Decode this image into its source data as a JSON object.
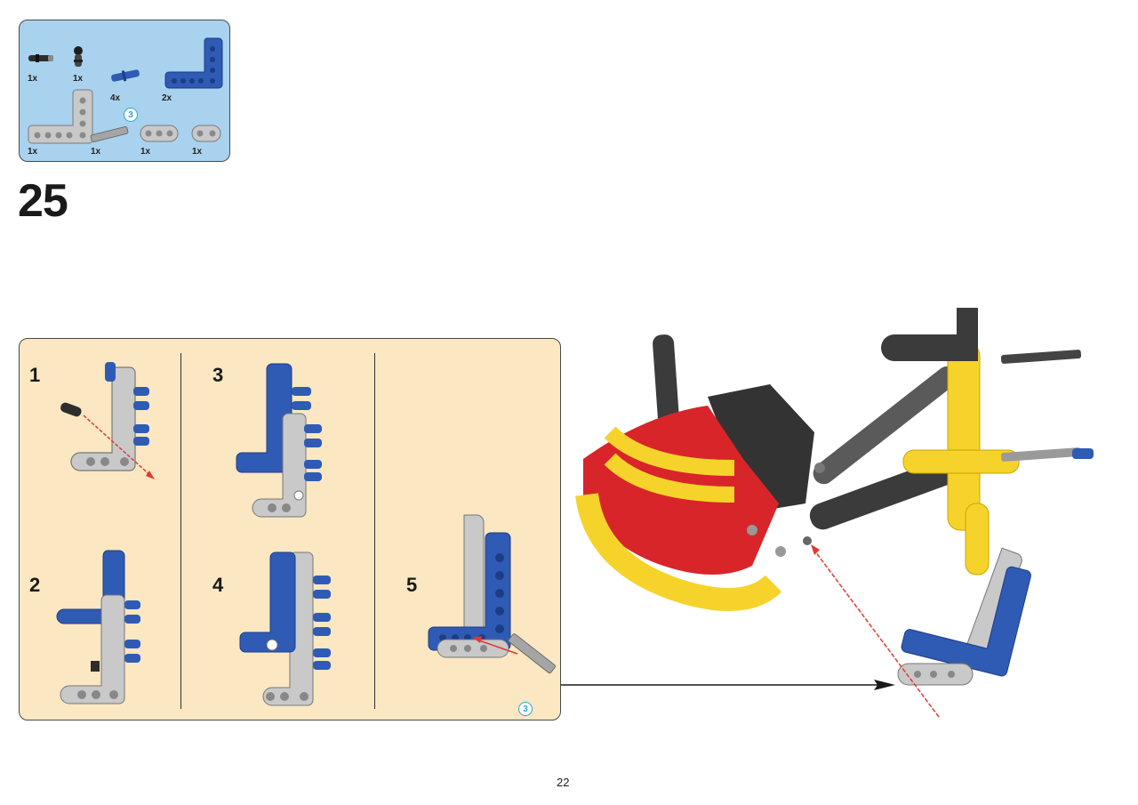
{
  "parts_list": {
    "items": [
      {
        "qty": "1x",
        "icon": "axle-pin-black-icon"
      },
      {
        "qty": "1x",
        "icon": "ball-joint-pin-icon"
      },
      {
        "qty": "4x",
        "icon": "blue-axle-pin-icon"
      },
      {
        "qty": "2x",
        "icon": "blue-l-beam-icon"
      },
      {
        "qty": "1x",
        "icon": "gray-l-beam-icon"
      },
      {
        "qty": "1x",
        "icon": "gray-axle-3-icon"
      },
      {
        "qty": "1x",
        "icon": "gray-beam-3-icon"
      },
      {
        "qty": "1x",
        "icon": "gray-beam-2-icon"
      }
    ],
    "axle_length_badge": "3"
  },
  "step_number": "25",
  "substeps": [
    {
      "number": "1"
    },
    {
      "number": "2"
    },
    {
      "number": "3"
    },
    {
      "number": "4"
    },
    {
      "number": "5",
      "axle_length_badge": "3"
    }
  ],
  "page_number": "22",
  "colors": {
    "parts_bg": "#a9d2ef",
    "substeps_bg": "#fbe7c2",
    "blue": "#2f5bb5",
    "gray": "#bdbdbd",
    "yellow": "#f6d32a",
    "red": "#d8252a",
    "dark": "#3b3b3b",
    "arrow_red": "#e23a2f"
  }
}
